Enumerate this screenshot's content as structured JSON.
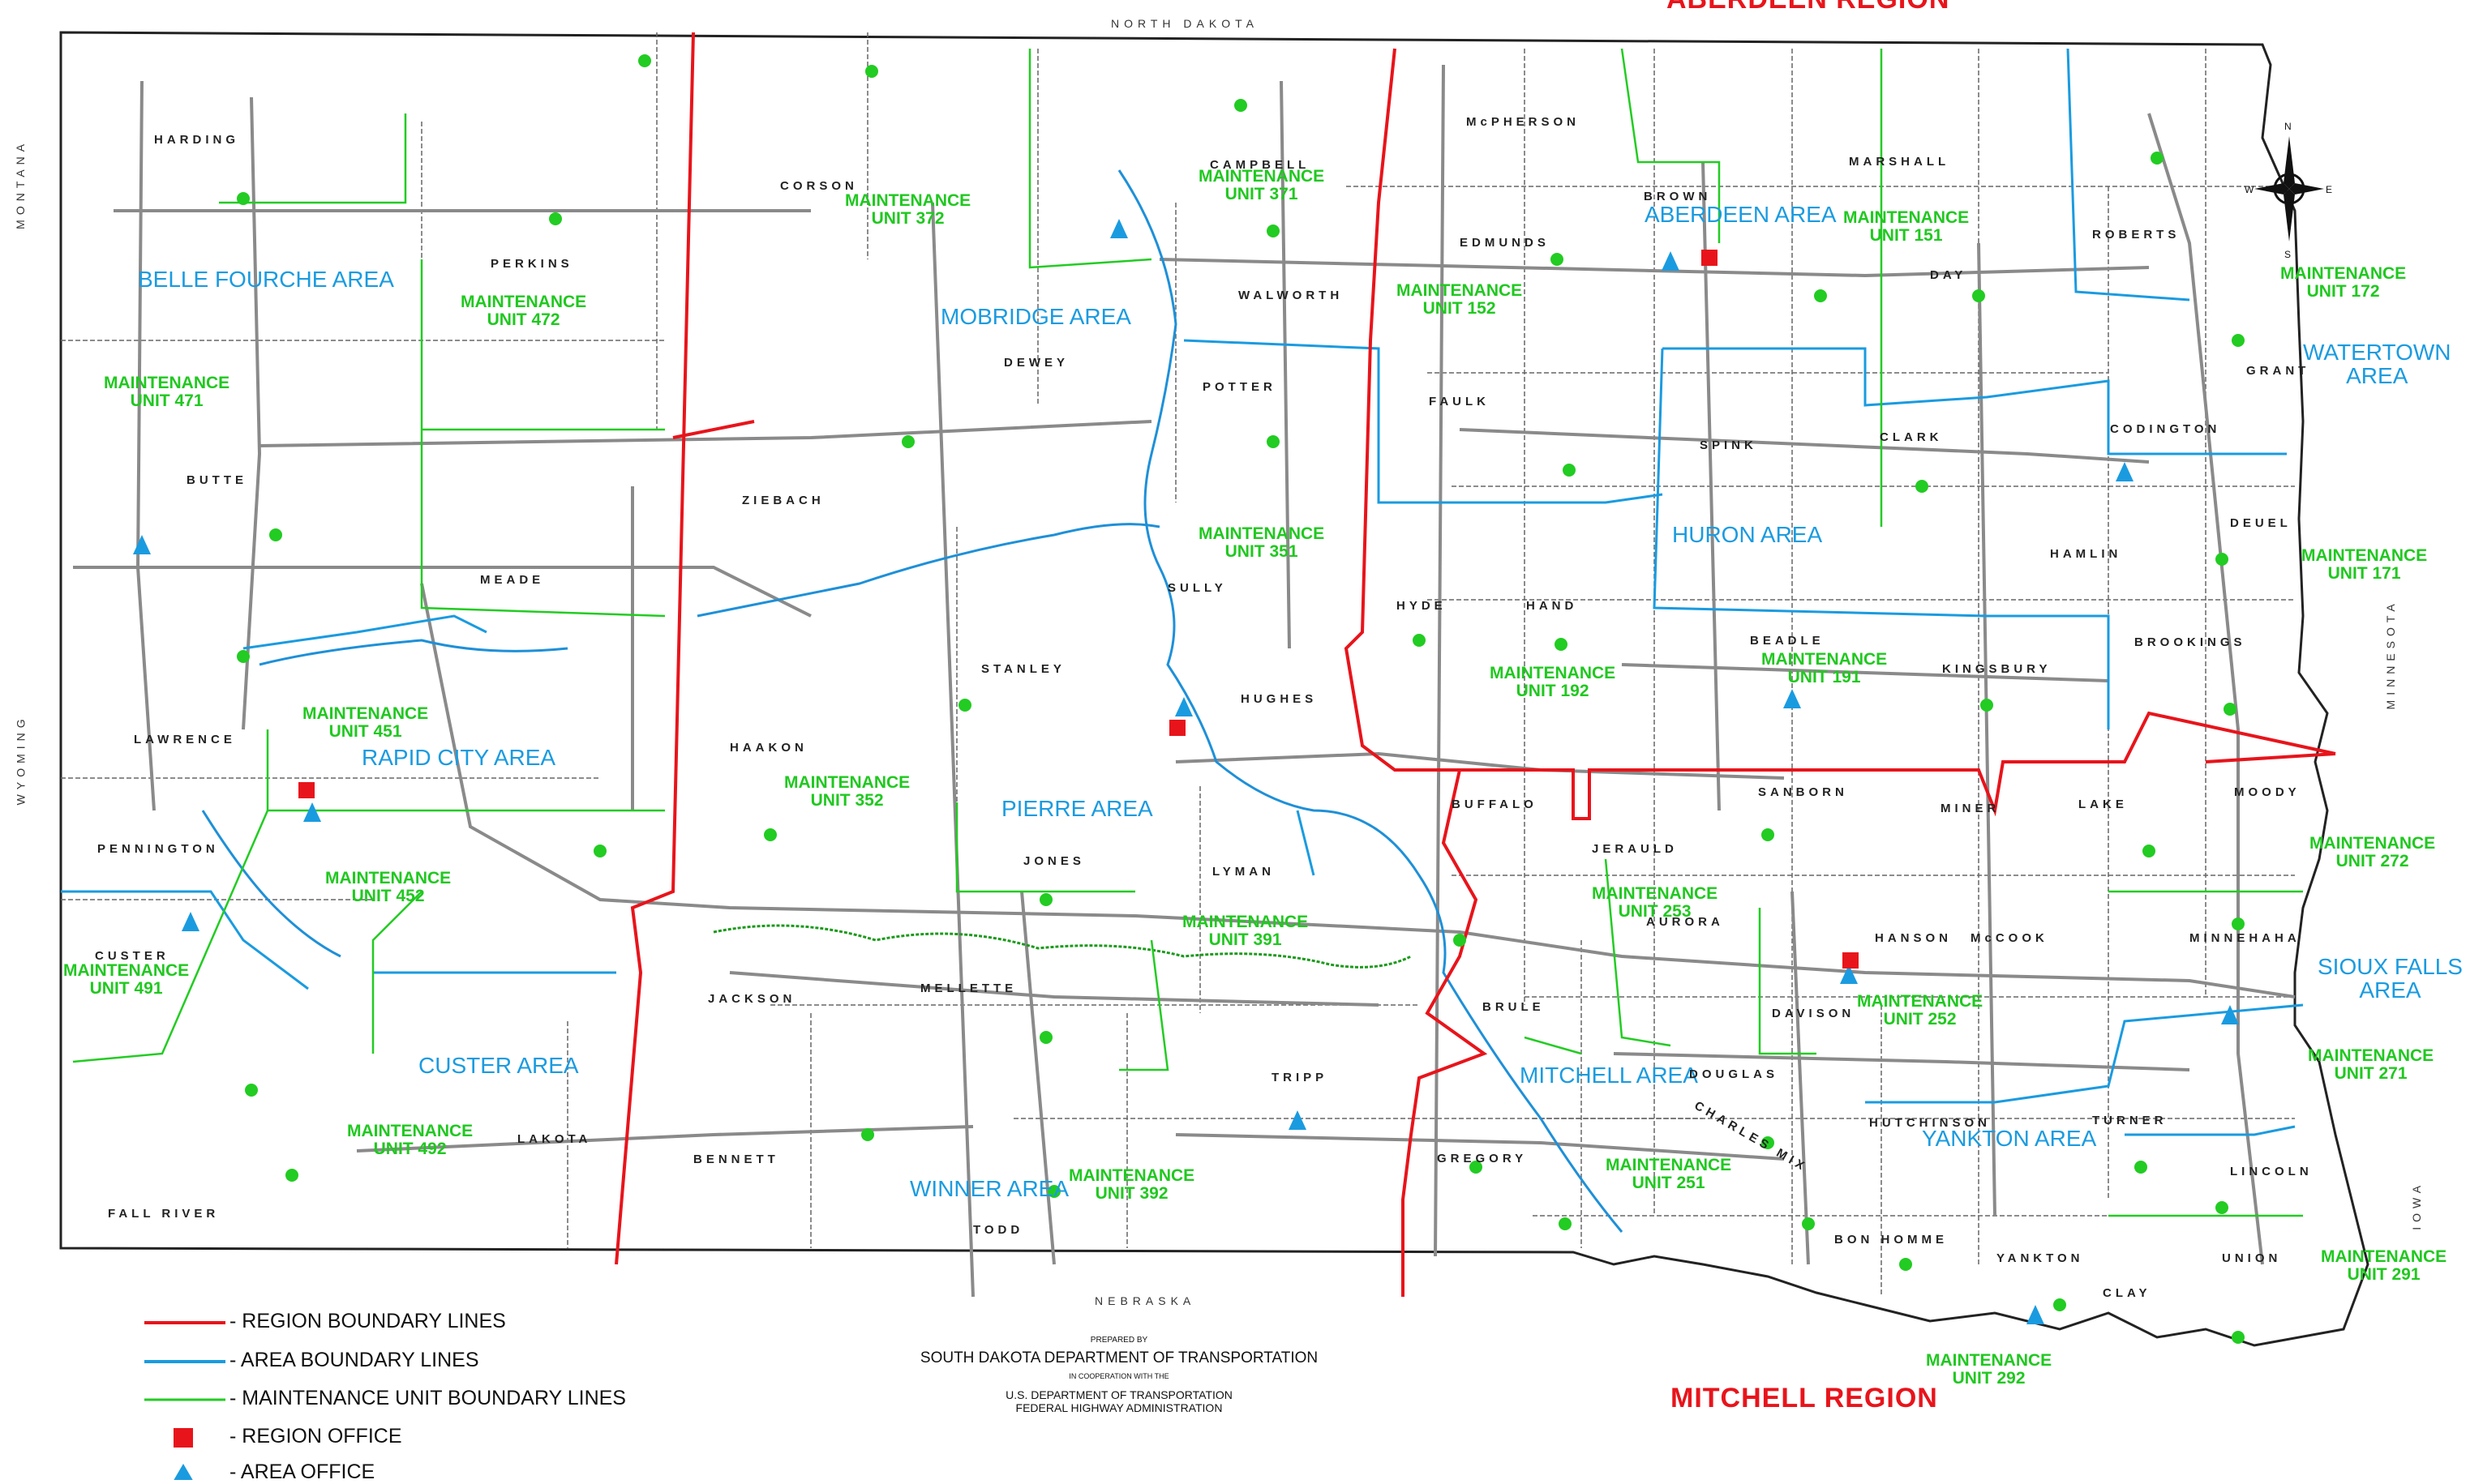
{
  "regions": [
    {
      "id": "aberdeen",
      "label": "ABERDEEN REGION"
    },
    {
      "id": "mitchell",
      "label": "MITCHELL REGION"
    }
  ],
  "areas": [
    {
      "id": "belle-fourche",
      "label": "BELLE FOURCHE AREA"
    },
    {
      "id": "mobridge",
      "label": "MOBRIDGE AREA"
    },
    {
      "id": "aberdeen",
      "label": "ABERDEEN AREA"
    },
    {
      "id": "watertown",
      "label": "WATERTOWN\nAREA"
    },
    {
      "id": "huron",
      "label": "HURON AREA"
    },
    {
      "id": "rapid-city",
      "label": "RAPID CITY AREA"
    },
    {
      "id": "pierre",
      "label": "PIERRE AREA"
    },
    {
      "id": "custer",
      "label": "CUSTER AREA"
    },
    {
      "id": "winner",
      "label": "WINNER AREA"
    },
    {
      "id": "mitchell",
      "label": "MITCHELL AREA"
    },
    {
      "id": "yankton",
      "label": "YANKTON AREA"
    },
    {
      "id": "sioux-falls",
      "label": "SIOUX FALLS\nAREA"
    }
  ],
  "maintenance_units": [
    {
      "id": "471",
      "line1": "MAINTENANCE",
      "line2": "UNIT 471"
    },
    {
      "id": "472",
      "line1": "MAINTENANCE",
      "line2": "UNIT 472"
    },
    {
      "id": "372",
      "line1": "MAINTENANCE",
      "line2": "UNIT 372"
    },
    {
      "id": "371",
      "line1": "MAINTENANCE",
      "line2": "UNIT 371"
    },
    {
      "id": "152",
      "line1": "MAINTENANCE",
      "line2": "UNIT 152"
    },
    {
      "id": "151",
      "line1": "MAINTENANCE",
      "line2": "UNIT 151"
    },
    {
      "id": "172",
      "line1": "MAINTENANCE",
      "line2": "UNIT 172"
    },
    {
      "id": "351",
      "line1": "MAINTENANCE",
      "line2": "UNIT 351"
    },
    {
      "id": "171",
      "line1": "MAINTENANCE",
      "line2": "UNIT 171"
    },
    {
      "id": "451",
      "line1": "MAINTENANCE",
      "line2": "UNIT 451"
    },
    {
      "id": "192",
      "line1": "MAINTENANCE",
      "line2": "UNIT 192"
    },
    {
      "id": "191",
      "line1": "MAINTENANCE",
      "line2": "UNIT 191"
    },
    {
      "id": "352",
      "line1": "MAINTENANCE",
      "line2": "UNIT 352"
    },
    {
      "id": "452",
      "line1": "MAINTENANCE",
      "line2": "UNIT 452"
    },
    {
      "id": "253",
      "line1": "MAINTENANCE",
      "line2": "UNIT 253"
    },
    {
      "id": "272",
      "line1": "MAINTENANCE",
      "line2": "UNIT 272"
    },
    {
      "id": "391",
      "line1": "MAINTENANCE",
      "line2": "UNIT 391"
    },
    {
      "id": "491",
      "line1": "MAINTENANCE",
      "line2": "UNIT 491"
    },
    {
      "id": "252",
      "line1": "MAINTENANCE",
      "line2": "UNIT 252"
    },
    {
      "id": "271",
      "line1": "MAINTENANCE",
      "line2": "UNIT 271"
    },
    {
      "id": "492",
      "line1": "MAINTENANCE",
      "line2": "UNIT 492"
    },
    {
      "id": "251",
      "line1": "MAINTENANCE",
      "line2": "UNIT 251"
    },
    {
      "id": "392",
      "line1": "MAINTENANCE",
      "line2": "UNIT 392"
    },
    {
      "id": "291",
      "line1": "MAINTENANCE",
      "line2": "UNIT 291"
    },
    {
      "id": "292",
      "line1": "MAINTENANCE",
      "line2": "UNIT 292"
    }
  ],
  "counties": [
    "HARDING",
    "PERKINS",
    "CORSON",
    "CAMPBELL",
    "McPHERSON",
    "BROWN",
    "MARSHALL",
    "ROBERTS",
    "WALWORTH",
    "EDMUNDS",
    "DAY",
    "DEWEY",
    "POTTER",
    "FAULK",
    "SPINK",
    "CLARK",
    "GRANT",
    "CODINGTON",
    "BUTTE",
    "ZIEBACH",
    "MEADE",
    "SULLY",
    "HYDE",
    "HAND",
    "HAMLIN",
    "DEUEL",
    "LAWRENCE",
    "STANLEY",
    "HUGHES",
    "BEADLE",
    "KINGSBURY",
    "BROOKINGS",
    "HAAKON",
    "PENNINGTON",
    "BUFFALO",
    "JERAULD",
    "SANBORN",
    "MINER",
    "LAKE",
    "MOODY",
    "JONES",
    "LYMAN",
    "AURORA",
    "HANSON",
    "McCOOK",
    "MINNEHAHA",
    "CUSTER",
    "JACKSON",
    "MELLETTE",
    "BRULE",
    "DAVISON",
    "LAKOTA",
    "TRIPP",
    "DOUGLAS",
    "HUTCHINSON",
    "TURNER",
    "LINCOLN",
    "BENNETT",
    "GREGORY",
    "CHARLES MIX",
    "FALL RIVER",
    "TODD",
    "BON HOMME",
    "YANKTON",
    "CLAY",
    "UNION"
  ],
  "states": [
    "NORTH DAKOTA",
    "NEBRASKA",
    "MONTANA",
    "WYOMING",
    "MINNESOTA",
    "IOWA"
  ],
  "legend": {
    "region_line": "- REGION BOUNDARY LINES",
    "area_line": "- AREA BOUNDARY LINES",
    "mu_line": "- MAINTENANCE UNIT BOUNDARY LINES",
    "region_office": "- REGION OFFICE",
    "area_office": "- AREA OFFICE"
  },
  "credits": {
    "prepared": "PREPARED BY",
    "agency": "SOUTH DAKOTA DEPARTMENT OF TRANSPORTATION",
    "coop": "IN COOPERATION WITH THE",
    "usdot": "U.S. DEPARTMENT OF TRANSPORTATION",
    "fhwa": "FEDERAL HIGHWAY ADMINISTRATION"
  },
  "colors": {
    "region": "#e8141b",
    "area": "#1a9be0",
    "mu": "#22cc22",
    "road": "#8a8a8a",
    "county_line": "#555555",
    "river": "#1e90d8",
    "office_region": "#e8141b",
    "office_area": "#1a9be0"
  }
}
